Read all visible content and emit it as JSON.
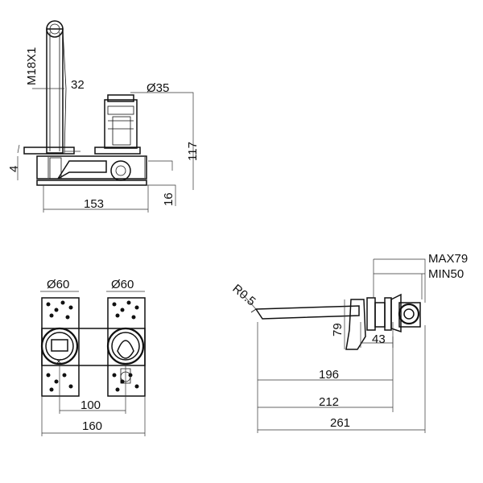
{
  "colors": {
    "line": "#111111",
    "background": "#ffffff"
  },
  "labels": {
    "thread": "M18X1",
    "d32": "32",
    "dia35": "Ø35",
    "d117": "117",
    "d4": "4",
    "d16": "16",
    "d153": "153",
    "dia60_left": "Ø60",
    "dia60_right": "Ø60",
    "d100": "100",
    "d160": "160",
    "r05": "R0.5",
    "max79": "MAX79",
    "min50": "MIN50",
    "d79": "79",
    "d43": "43",
    "d196": "196",
    "d212": "212",
    "d261": "261"
  }
}
